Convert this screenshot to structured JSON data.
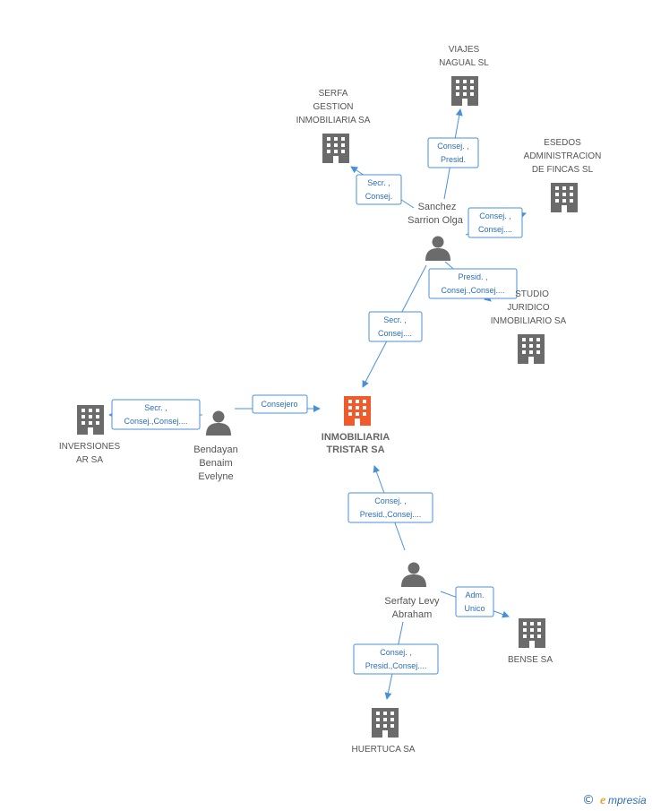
{
  "nodes": {
    "main": {
      "lines": [
        "INMOBILIARIA",
        "TRISTAR SA"
      ],
      "kind": "company",
      "accent": "#f15a2b"
    },
    "viajes": {
      "lines": [
        "VIAJES",
        "NAGUAL SL"
      ],
      "kind": "company"
    },
    "serfa": {
      "lines": [
        "SERFA",
        "GESTION",
        "INMOBILIARIA SA"
      ],
      "kind": "company"
    },
    "esedos": {
      "lines": [
        "ESEDOS",
        "ADMINISTRACION",
        "DE FINCAS SL"
      ],
      "kind": "company"
    },
    "estudio": {
      "lines": [
        "STUDIO",
        "JURIDICO",
        "INMOBILIARIO SA"
      ],
      "kind": "company"
    },
    "inversiones": {
      "lines": [
        "INVERSIONES",
        "AR SA"
      ],
      "kind": "company"
    },
    "bense": {
      "lines": [
        "BENSE SA"
      ],
      "kind": "company"
    },
    "huertuca": {
      "lines": [
        "HUERTUCA SA"
      ],
      "kind": "company"
    },
    "sanchez": {
      "lines": [
        "Sanchez",
        "Sarrion Olga"
      ],
      "kind": "person"
    },
    "bendayan": {
      "lines": [
        "Bendayan",
        "Benaim",
        "Evelyne"
      ],
      "kind": "person"
    },
    "serfaty": {
      "lines": [
        "Serfaty Levy",
        "Abraham"
      ],
      "kind": "person"
    }
  },
  "edges": [
    {
      "id": "sanchez-viajes",
      "lines": [
        "Consej. ,",
        "Presid."
      ]
    },
    {
      "id": "sanchez-serfa",
      "lines": [
        "Secr. ,",
        "Consej."
      ]
    },
    {
      "id": "sanchez-esedos",
      "lines": [
        "Consej. ,",
        "Consej...."
      ]
    },
    {
      "id": "sanchez-estudio",
      "lines": [
        "Presid. ,",
        "Consej.,Consej...."
      ]
    },
    {
      "id": "sanchez-main",
      "lines": [
        "Secr. ,",
        "Consej...."
      ]
    },
    {
      "id": "bendayan-inversiones",
      "lines": [
        "Secr. ,",
        "Consej.,Consej...."
      ]
    },
    {
      "id": "bendayan-main",
      "lines": [
        "Consejero"
      ]
    },
    {
      "id": "serfaty-main",
      "lines": [
        "Consej. ,",
        "Presid.,Consej...."
      ]
    },
    {
      "id": "serfaty-bense",
      "lines": [
        "Adm.",
        "Unico"
      ]
    },
    {
      "id": "serfaty-huertuca",
      "lines": [
        "Consej. ,",
        "Presid.,Consej...."
      ]
    }
  ],
  "watermark": {
    "copyright": "©",
    "brand_initial": "e",
    "brand_rest": "mpresia"
  },
  "colors": {
    "edge": "#4a90d9",
    "icon": "#6b6b6b",
    "label_text": "#2a6ebb"
  }
}
